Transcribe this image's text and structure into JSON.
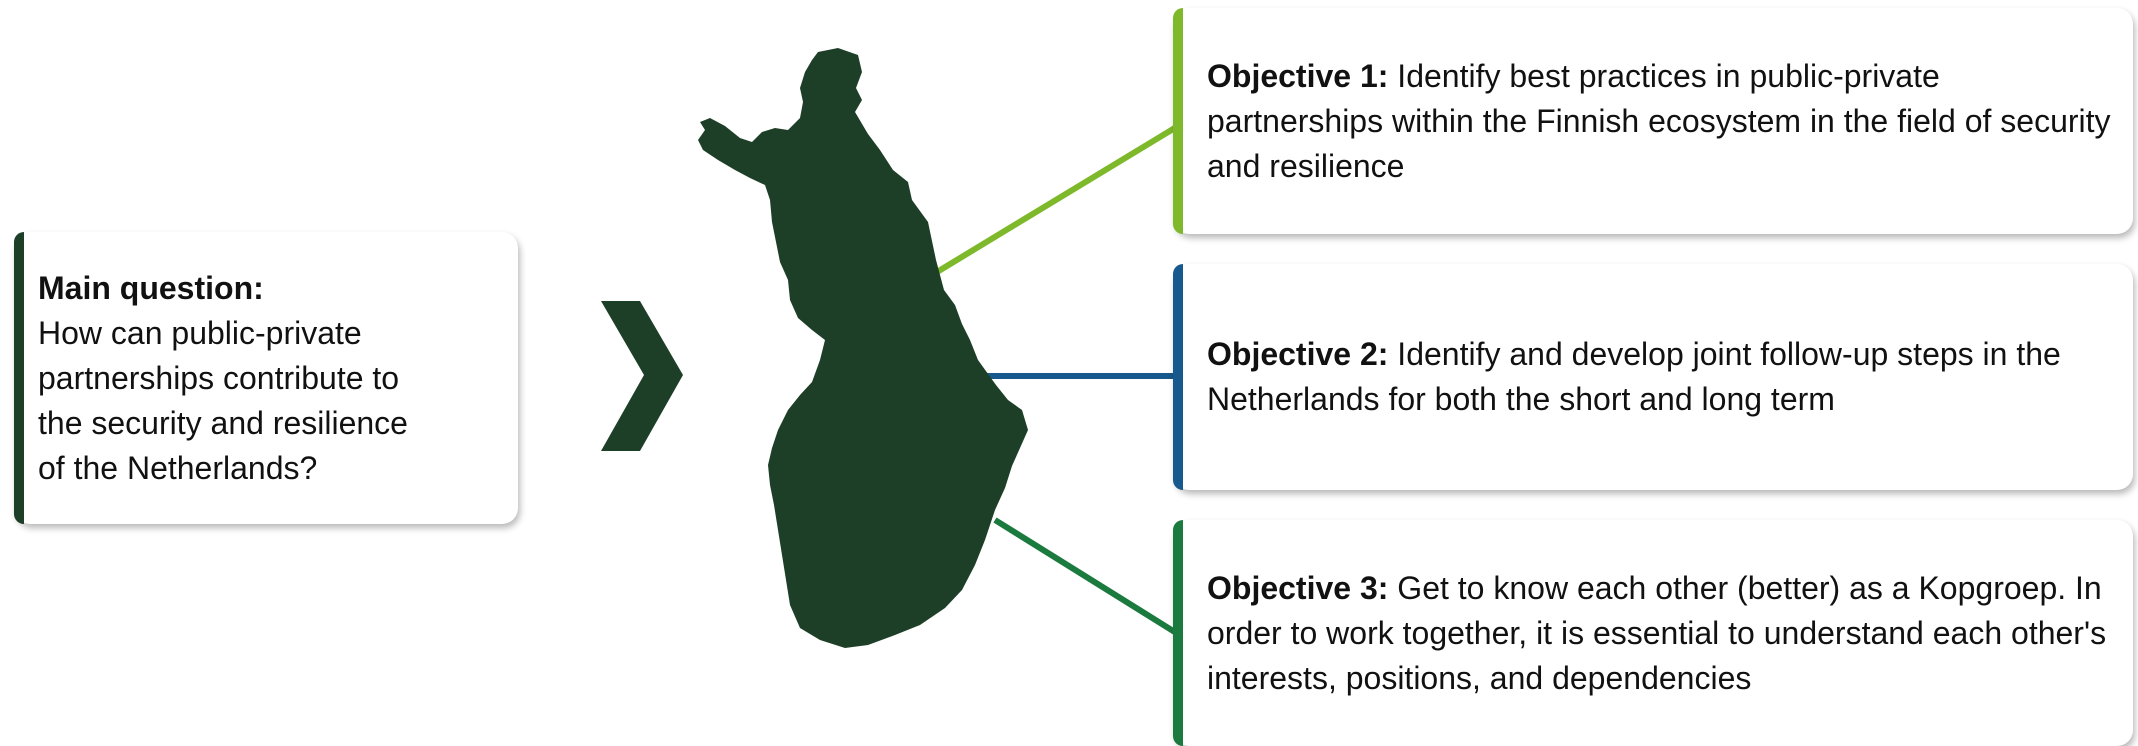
{
  "main_question": {
    "heading": "Main question:",
    "line1": "How can public-private",
    "line2": "partnerships contribute to",
    "line3": "the security and resilience",
    "line4": "of the Netherlands?"
  },
  "objectives": [
    {
      "heading": "Objective 1:",
      "text": "Identify best practices in public-private partnerships within the Finnish ecosystem in the field of security and resilience",
      "color": "#7DB92A"
    },
    {
      "heading": "Objective 2:",
      "text": "Identify and develop joint follow-up steps in the Netherlands for both the short and long term",
      "color": "#17598C"
    },
    {
      "heading": "Objective 3:",
      "text": "Get to know each other (better) as a Kopgroep. In order to work together, it is essential to understand each other's interests, positions, and dependencies",
      "color": "#1B7A3E"
    }
  ],
  "colors": {
    "dark_green": "#1E3F27",
    "main_accent": "#1E3F27"
  },
  "icons": {
    "arrow": "chevron-right-icon",
    "map": "finland-map-icon"
  }
}
